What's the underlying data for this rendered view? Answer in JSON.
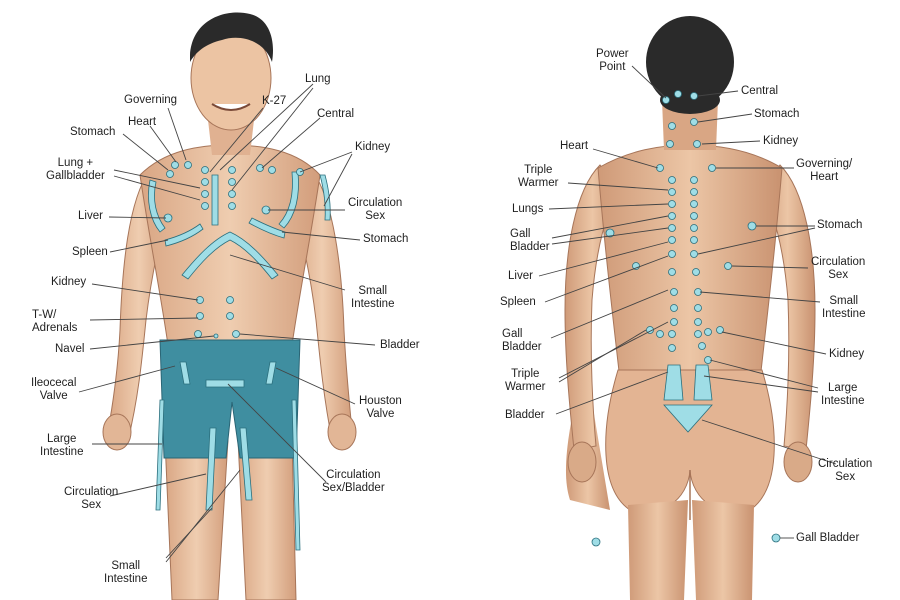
{
  "colors": {
    "skin": "#e9c3a3",
    "skin_shadow": "#c98e6c",
    "shorts": "#3f8ea0",
    "marker": "#9fdde6",
    "marker_stroke": "#2b6f7d",
    "hair": "#2a2a2a",
    "line": "#444444",
    "text": "#1f1f1f"
  },
  "front": {
    "labels": {
      "governing": "Governing",
      "heart": "Heart",
      "stomach": "Stomach",
      "lung_gb": [
        "Lung +",
        "Gallbladder"
      ],
      "liver": "Liver",
      "spleen": "Spleen",
      "kidney": "Kidney",
      "tw_adrenals": [
        "T-W/",
        "Adrenals"
      ],
      "navel": "Navel",
      "ileocecal": [
        "Ileocecal",
        "Valve"
      ],
      "large_intestine": [
        "Large",
        "Intestine"
      ],
      "circulation_sex": [
        "Circulation",
        "Sex"
      ],
      "small_intestine_leg": [
        "Small",
        "Intestine"
      ],
      "lung": "Lung",
      "k27": "K-27",
      "central": "Central",
      "kidney_right": "Kidney",
      "circulation_sex_right": [
        "Circulation",
        "Sex"
      ],
      "stomach_right": "Stomach",
      "small_intestine": [
        "Small",
        "Intestine"
      ],
      "bladder": "Bladder",
      "houston": [
        "Houston",
        "Valve"
      ],
      "circ_sex_bladder": [
        "Circulation",
        "Sex/Bladder"
      ]
    }
  },
  "back": {
    "labels": {
      "power_point": [
        "Power",
        "Point"
      ],
      "heart": "Heart",
      "triple_warmer": [
        "Triple",
        "Warmer"
      ],
      "lungs": "Lungs",
      "gall_bladder": [
        "Gall",
        "Bladder"
      ],
      "liver": "Liver",
      "spleen": "Spleen",
      "gall_bladder2": [
        "Gall",
        "Bladder"
      ],
      "triple_warmer2": [
        "Triple",
        "Warmer"
      ],
      "bladder": "Bladder",
      "central": "Central",
      "stomach": "Stomach",
      "kidney": "Kidney",
      "governing_heart": [
        "Governing/",
        "Heart"
      ],
      "stomach_right": "Stomach",
      "circulation_sex": [
        "Circulation",
        "Sex"
      ],
      "small_intestine": [
        "Small",
        "Intestine"
      ],
      "kidney_right": "Kidney",
      "large_intestine": [
        "Large",
        "Intestine"
      ],
      "circulation_sex2": [
        "Circulation",
        "Sex"
      ],
      "gall_bladder_leg": "Gall Bladder"
    }
  }
}
